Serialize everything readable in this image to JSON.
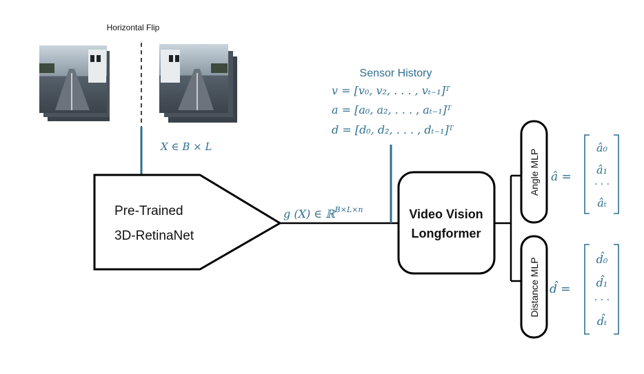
{
  "flip": {
    "title": "Horizontal Flip"
  },
  "input": {
    "label": "X ∈ B × L"
  },
  "encoder": {
    "line1": "Pre-Trained",
    "line2": "3D-RetinaNet"
  },
  "features": {
    "label": "g (X) ∈ ℝ",
    "superscript": "B×L×n"
  },
  "sensor_history": {
    "title": "Sensor History",
    "lines": [
      "v = [v₀, v₂, . . . , vₜ₋₁]ᵀ",
      "a = [a₀, a₂, . . . , aₜ₋₁]ᵀ",
      "d = [d₀, d₂, . . . , dₜ₋₁]ᵀ"
    ]
  },
  "transformer": {
    "line1": "Video Vision",
    "line2": "Longformer"
  },
  "heads": {
    "angle": {
      "name": "Angle MLP",
      "output": "â =",
      "vector": [
        "â₀",
        "â₁",
        "· · ·",
        "âₜ"
      ]
    },
    "distance": {
      "name": "Distance MLP",
      "output": "d̂ =",
      "vector": [
        "d̂₀",
        "d̂₁",
        "· · ·",
        "d̂ₜ"
      ]
    }
  },
  "colors": {
    "accent": "#2f6f8f",
    "ink": "#000000"
  }
}
